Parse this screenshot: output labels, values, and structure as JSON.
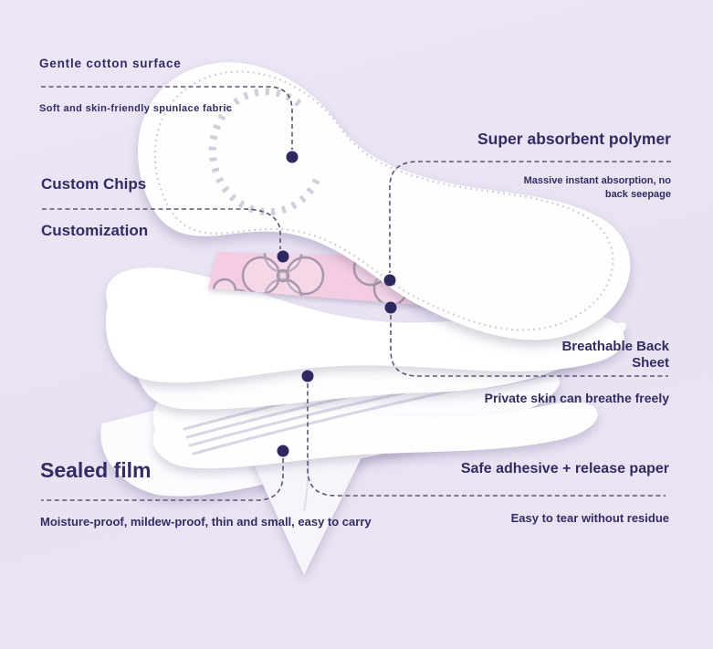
{
  "title": "Sanitary pad layer structure infographic",
  "colors": {
    "background": "#e8e2f3",
    "heading_text": "#322c62",
    "leader_line": "#5c566f",
    "marker_dot": "#2e2960",
    "chip_pink": "#f4cde2",
    "chip_print": "#9a8ea3",
    "layer_white": "#ffffff"
  },
  "annotations": {
    "cotton_surface": {
      "title": "Gentle cotton surface",
      "subtitle": "Soft and skin-friendly spunlace fabric"
    },
    "custom_chips": {
      "title": "Custom Chips"
    },
    "customization": {
      "title": "Customization"
    },
    "absorbent_polymer": {
      "title": "Super absorbent polymer",
      "subtitle": "Massive instant absorption, no back seepage"
    },
    "breathable_back_sheet": {
      "title": "Breathable Back Sheet",
      "subtitle": "Private skin can breathe freely"
    },
    "sealed_film": {
      "title": "Sealed film",
      "subtitle": "Moisture-proof, mildew-proof, thin and small, easy to carry"
    },
    "safe_adhesive": {
      "title": "Safe adhesive + release paper",
      "subtitle": "Easy to tear without residue"
    }
  },
  "illustration": {
    "layers": [
      "top sheet pad",
      "custom chip",
      "absorbent core",
      "breathable back sheet",
      "channel layer",
      "sealed film"
    ]
  }
}
